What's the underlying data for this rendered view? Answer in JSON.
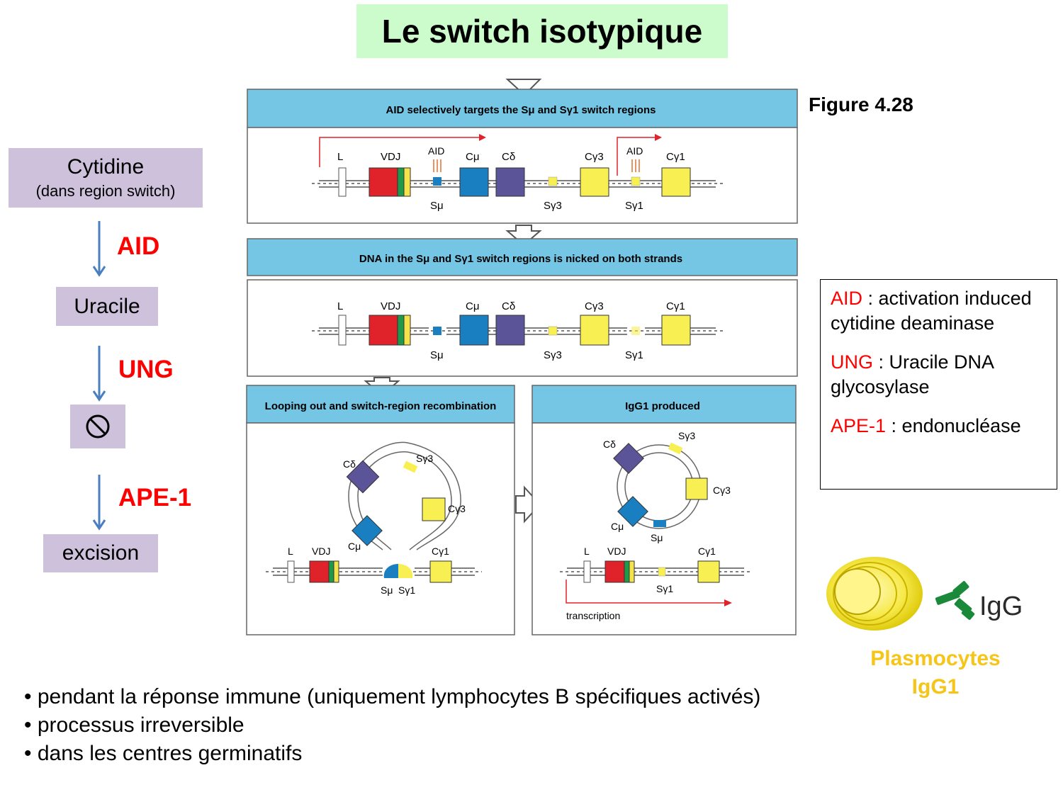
{
  "title": "Le switch isotypique",
  "figure_ref": "Figure 4.28",
  "pathway": {
    "step1_main": "Cytidine",
    "step1_sub": "(dans region switch)",
    "enzyme1": "AID",
    "step2": "Uracile",
    "enzyme2": "UNG",
    "step3_symbol": "⃠",
    "enzyme3": "APE-1",
    "step4": "excision"
  },
  "legend": {
    "aid_term": "AID",
    "aid_def": " : activation induced cytidine deaminase",
    "ung_term": "UNG",
    "ung_def": " : Uracile DNA glycosylase",
    "ape_term": "APE-1",
    "ape_def": " : endonucléase"
  },
  "bullets": [
    "• pendant la réponse immune (uniquement lymphocytes B spécifiques activés)",
    "• processus irreversible",
    "• dans les centres germinatifs"
  ],
  "plasmocytes": {
    "line1": "Plasmocytes",
    "line2": "IgG1",
    "antibody_label": "IgG"
  },
  "figure": {
    "panel1_title": "AID selectively targets the Sμ and Sγ1 switch regions",
    "panel2_title": "DNA in the Sμ and Sγ1 switch regions is nicked on both strands",
    "panel3_title": "Looping out and switch-region recombination",
    "panel4_title": "IgG1 produced",
    "labels": {
      "L": "L",
      "VDJ": "VDJ",
      "AID": "AID",
      "Cmu": "Cμ",
      "Cdelta": "Cδ",
      "Cg3": "Cγ3",
      "Cg1": "Cγ1",
      "Smu": "Sμ",
      "Sg3": "Sγ3",
      "Sg1": "Sγ1",
      "transcription": "transcription"
    },
    "colors": {
      "header_blue": "#74c6e4",
      "vdj_red": "#e0232a",
      "vdj_green": "#1e9a4a",
      "vdj_yellow": "#f4e34a",
      "cmu_blue": "#1a7fc1",
      "cdelta_purple": "#5c5499",
      "cgamma_yellow": "#f8ef52"
    }
  }
}
